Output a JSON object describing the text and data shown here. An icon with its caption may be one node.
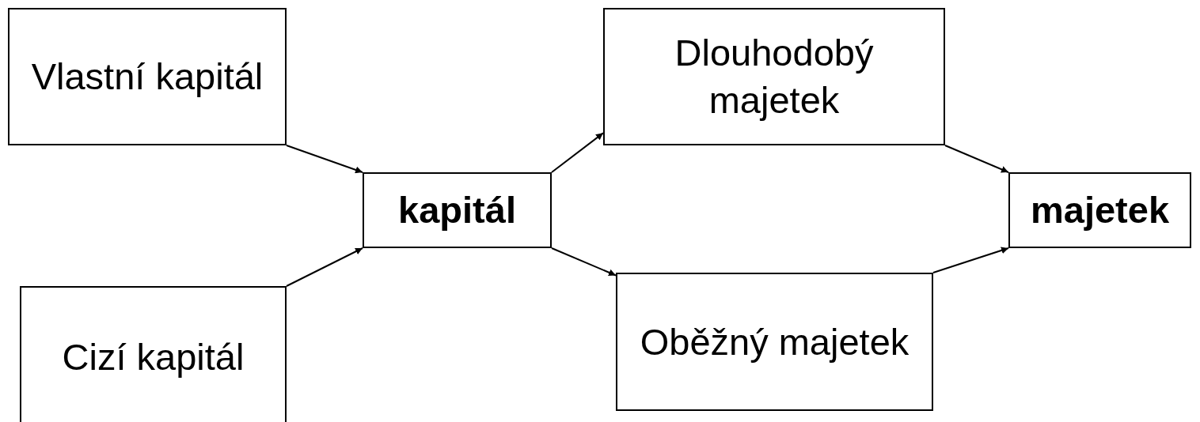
{
  "diagram": {
    "nodes": [
      {
        "text": [
          "Vlastní kapitál"
        ]
      },
      {
        "text": [
          "Cizí kapitál"
        ]
      },
      {
        "text": [
          "kapitál"
        ]
      },
      {
        "text": [
          "Dlouhodobý majetek"
        ]
      },
      {
        "text": [
          "Oběžný majetek"
        ]
      },
      {
        "text": [
          "majetek"
        ]
      }
    ],
    "edges": [
      {
        "from": 0,
        "to": 2,
        "arrow": "to"
      },
      {
        "from": 1,
        "to": 2,
        "arrow": "to"
      },
      {
        "from": 2,
        "to": 3,
        "arrow": "to"
      },
      {
        "from": 2,
        "to": 4,
        "arrow": "to"
      },
      {
        "from": 3,
        "to": 5,
        "arrow": "to"
      },
      {
        "from": 4,
        "to": 5,
        "arrow": "to"
      }
    ]
  }
}
